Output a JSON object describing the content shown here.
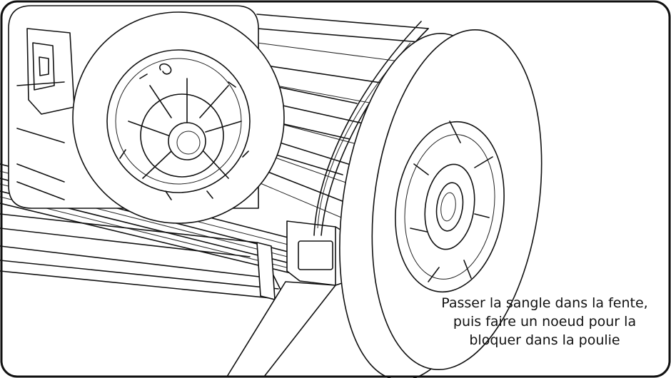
{
  "instruction": {
    "lines": [
      "Passer la sangle dans la fente,",
      "puis faire un noeud pour la",
      "bloquer dans la poulie"
    ]
  },
  "colors": {
    "line": "#111111",
    "background": "#ffffff"
  },
  "icons": {
    "detail_callout": "zoom-detail-circle",
    "pulley": "pulley-drum-icon"
  }
}
